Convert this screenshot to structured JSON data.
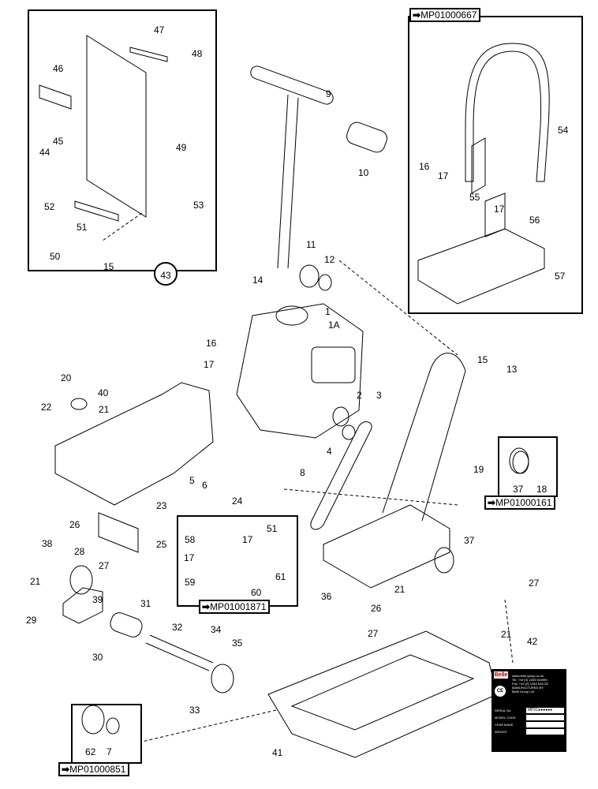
{
  "figure": {
    "part_numbers": [
      "1",
      "1A",
      "2",
      "3",
      "4",
      "5",
      "6",
      "7",
      "8",
      "9",
      "10",
      "11",
      "12",
      "13",
      "14",
      "15",
      "16",
      "17",
      "18",
      "19",
      "20",
      "21",
      "22",
      "23",
      "24",
      "25",
      "26",
      "27",
      "28",
      "29",
      "30",
      "31",
      "32",
      "33",
      "34",
      "35",
      "36",
      "37",
      "38",
      "39",
      "40",
      "41",
      "42",
      "43",
      "44",
      "45",
      "46",
      "47",
      "48",
      "49",
      "50",
      "51",
      "52",
      "53",
      "54",
      "55",
      "56",
      "57",
      "58",
      "59",
      "60",
      "61",
      "62"
    ],
    "kit_refs": {
      "handle_kit": "MP01000667",
      "wheel_kit": "MP01000161",
      "mount_kit": "MP01001871",
      "pulley_kit": "MP01000851"
    },
    "assembly_ref": "43",
    "colors": {
      "line": "#000000",
      "background": "#ffffff"
    }
  },
  "nameplate": {
    "brand": "Belle",
    "ce_mark": "CE",
    "web": "www.belle-group.co.uk",
    "tel": "Tel: +44 (0) 1283 544999",
    "fax": "Fax: +44 (0) 1283 544722",
    "manufactured_by": "MANUFACTURED BY:",
    "company": "Belle Group Ltd",
    "rows": [
      {
        "label": "SERIAL No.",
        "value": "MP01●●●●●●"
      },
      {
        "label": "MODEL CODE",
        "value": ""
      },
      {
        "label": "YEAR MADE",
        "value": ""
      },
      {
        "label": "WEIGHT",
        "value": ""
      }
    ]
  }
}
